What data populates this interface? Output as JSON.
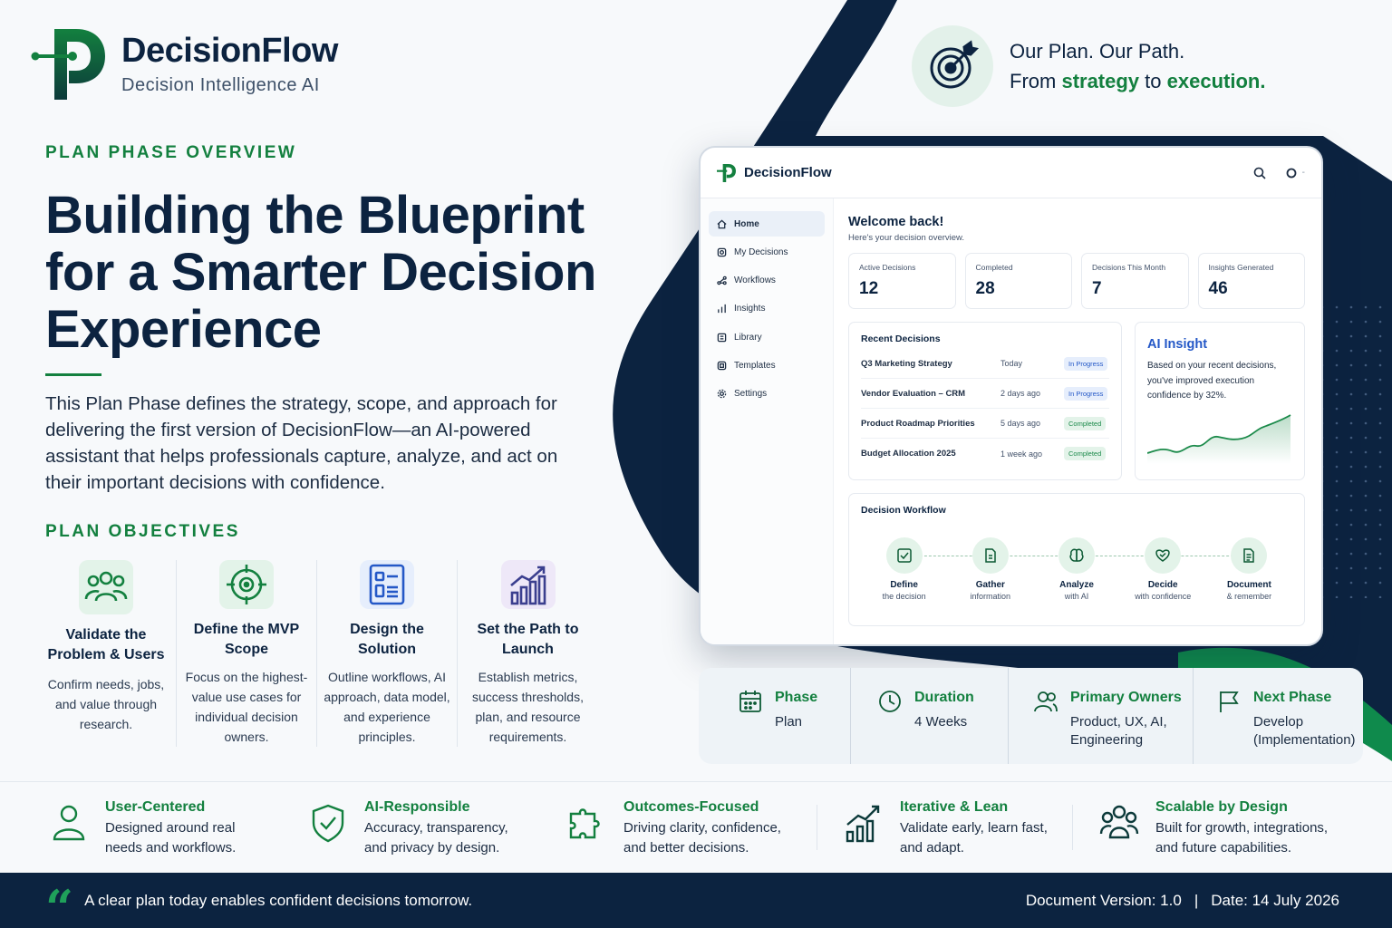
{
  "brand": {
    "name": "DecisionFlow",
    "subtitle": "Decision Intelligence AI"
  },
  "tagline": {
    "line1": "Our Plan. Our Path.",
    "line2_prefix": "From ",
    "line2_h1": "strategy",
    "line2_mid": " to ",
    "line2_h2": "execution."
  },
  "overview": {
    "eyebrow": "PLAN PHASE OVERVIEW",
    "headline": [
      "Building the Blueprint",
      "for a Smarter Decision",
      "Experience"
    ],
    "intro": "This Plan Phase defines the strategy, scope, and approach for delivering the first version of DecisionFlow—an AI-powered assistant that helps professionals capture, analyze, and act on their important decisions with confidence."
  },
  "objectives": {
    "heading": "PLAN OBJECTIVES",
    "items": [
      {
        "title": "Validate the Problem & Users",
        "desc": "Confirm needs, jobs, and value through research.",
        "icon": "users-icon"
      },
      {
        "title": "Define the MVP Scope",
        "desc": "Focus on the highest-value use cases for individual decision owners.",
        "icon": "target-icon"
      },
      {
        "title": "Design the Solution",
        "desc": "Outline workflows, AI approach, data model, and experience principles.",
        "icon": "blueprint-icon"
      },
      {
        "title": "Set the Path to Launch",
        "desc": "Establish metrics, success thresholds, plan, and resource requirements.",
        "icon": "growth-chart-icon"
      }
    ]
  },
  "app": {
    "logo_text": "DecisionFlow",
    "nav": [
      "Home",
      "My Decisions",
      "Workflows",
      "Insights",
      "Library",
      "Templates",
      "Settings"
    ],
    "active_nav": "Home",
    "welcome": "Welcome back!",
    "welcome_sub": "Here's your decision overview.",
    "stats": [
      {
        "label": "Active Decisions",
        "value": "12"
      },
      {
        "label": "Completed",
        "value": "28"
      },
      {
        "label": "Decisions This Month",
        "value": "7"
      },
      {
        "label": "Insights Generated",
        "value": "46"
      }
    ],
    "recent": {
      "title": "Recent Decisions",
      "rows": [
        {
          "name": "Q3 Marketing Strategy",
          "date": "Today",
          "status": "In Progress"
        },
        {
          "name": "Vendor Evaluation – CRM",
          "date": "2 days ago",
          "status": "In Progress"
        },
        {
          "name": "Product Roadmap Priorities",
          "date": "5 days ago",
          "status": "Completed"
        },
        {
          "name": "Budget Allocation 2025",
          "date": "1 week ago",
          "status": "Completed"
        }
      ]
    },
    "insight": {
      "title": "AI Insight",
      "text": "Based on your recent decisions, you've improved execution confidence by 32%.",
      "trend_color": "#1b8a4a"
    },
    "workflow": {
      "title": "Decision Workflow",
      "steps": [
        {
          "name": "Define",
          "desc": "the decision"
        },
        {
          "name": "Gather",
          "desc": "information"
        },
        {
          "name": "Analyze",
          "desc": "with AI"
        },
        {
          "name": "Decide",
          "desc": "with confidence"
        },
        {
          "name": "Document",
          "desc": "& remember"
        }
      ]
    }
  },
  "phase": [
    {
      "label": "Phase",
      "value": "Plan",
      "icon": "calendar-icon"
    },
    {
      "label": "Duration",
      "value": "4 Weeks",
      "icon": "clock-icon"
    },
    {
      "label": "Primary Owners",
      "value": "Product, UX, AI, Engineering",
      "icon": "team-icon"
    },
    {
      "label": "Next Phase",
      "value": "Develop (Implementation)",
      "icon": "flag-icon"
    }
  ],
  "values": [
    {
      "title": "User-Centered",
      "desc": "Designed around real needs and workflows.",
      "icon": "person-icon"
    },
    {
      "title": "AI-Responsible",
      "desc": "Accuracy, transparency, and privacy by design.",
      "icon": "shield-check-icon"
    },
    {
      "title": "Outcomes-Focused",
      "desc": "Driving clarity, confidence, and better decisions.",
      "icon": "puzzle-icon"
    },
    {
      "title": "Iterative & Lean",
      "desc": "Validate early, learn fast, and adapt.",
      "icon": "bar-growth-icon"
    },
    {
      "title": "Scalable by Design",
      "desc": "Built for growth, integrations, and future capabilities.",
      "icon": "group-icon"
    }
  ],
  "footer": {
    "quote": "A clear plan today enables confident decisions tomorrow.",
    "version": "Document Version: 1.0",
    "date": "Date: 14 July 2026"
  },
  "colors": {
    "navy": "#0c2340",
    "green": "#13803f",
    "blue": "#2458c7"
  }
}
